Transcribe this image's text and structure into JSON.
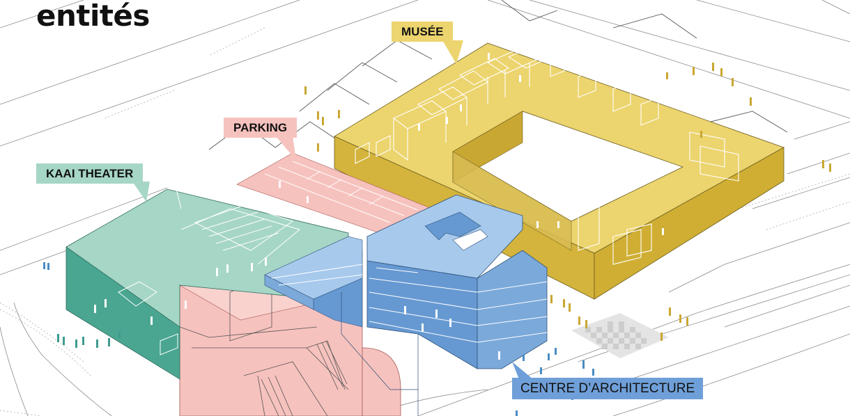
{
  "title": "entités",
  "labels": {
    "musee": "MUSÉE",
    "parking": "PARKING",
    "kaai": "KAAI THEATER",
    "centre": "CENTRE D’ARCHITECTURE"
  },
  "colors": {
    "musee_top": "#ecd46e",
    "musee_side": "#d4b43c",
    "musee_label": "#ecd46e",
    "parking": "#f6c2be",
    "parking_label": "#f6c2be",
    "kaai_top": "#a6d6c6",
    "kaai_side": "#4aa690",
    "kaai_label": "#a6d6c6",
    "centre_top": "#a6c9ec",
    "centre_side": "#6699d2",
    "centre_label": "#6f9fd8",
    "person_blue": "#4a8cc4",
    "person_teal": "#3e9b8e",
    "person_gold": "#c9a733"
  }
}
